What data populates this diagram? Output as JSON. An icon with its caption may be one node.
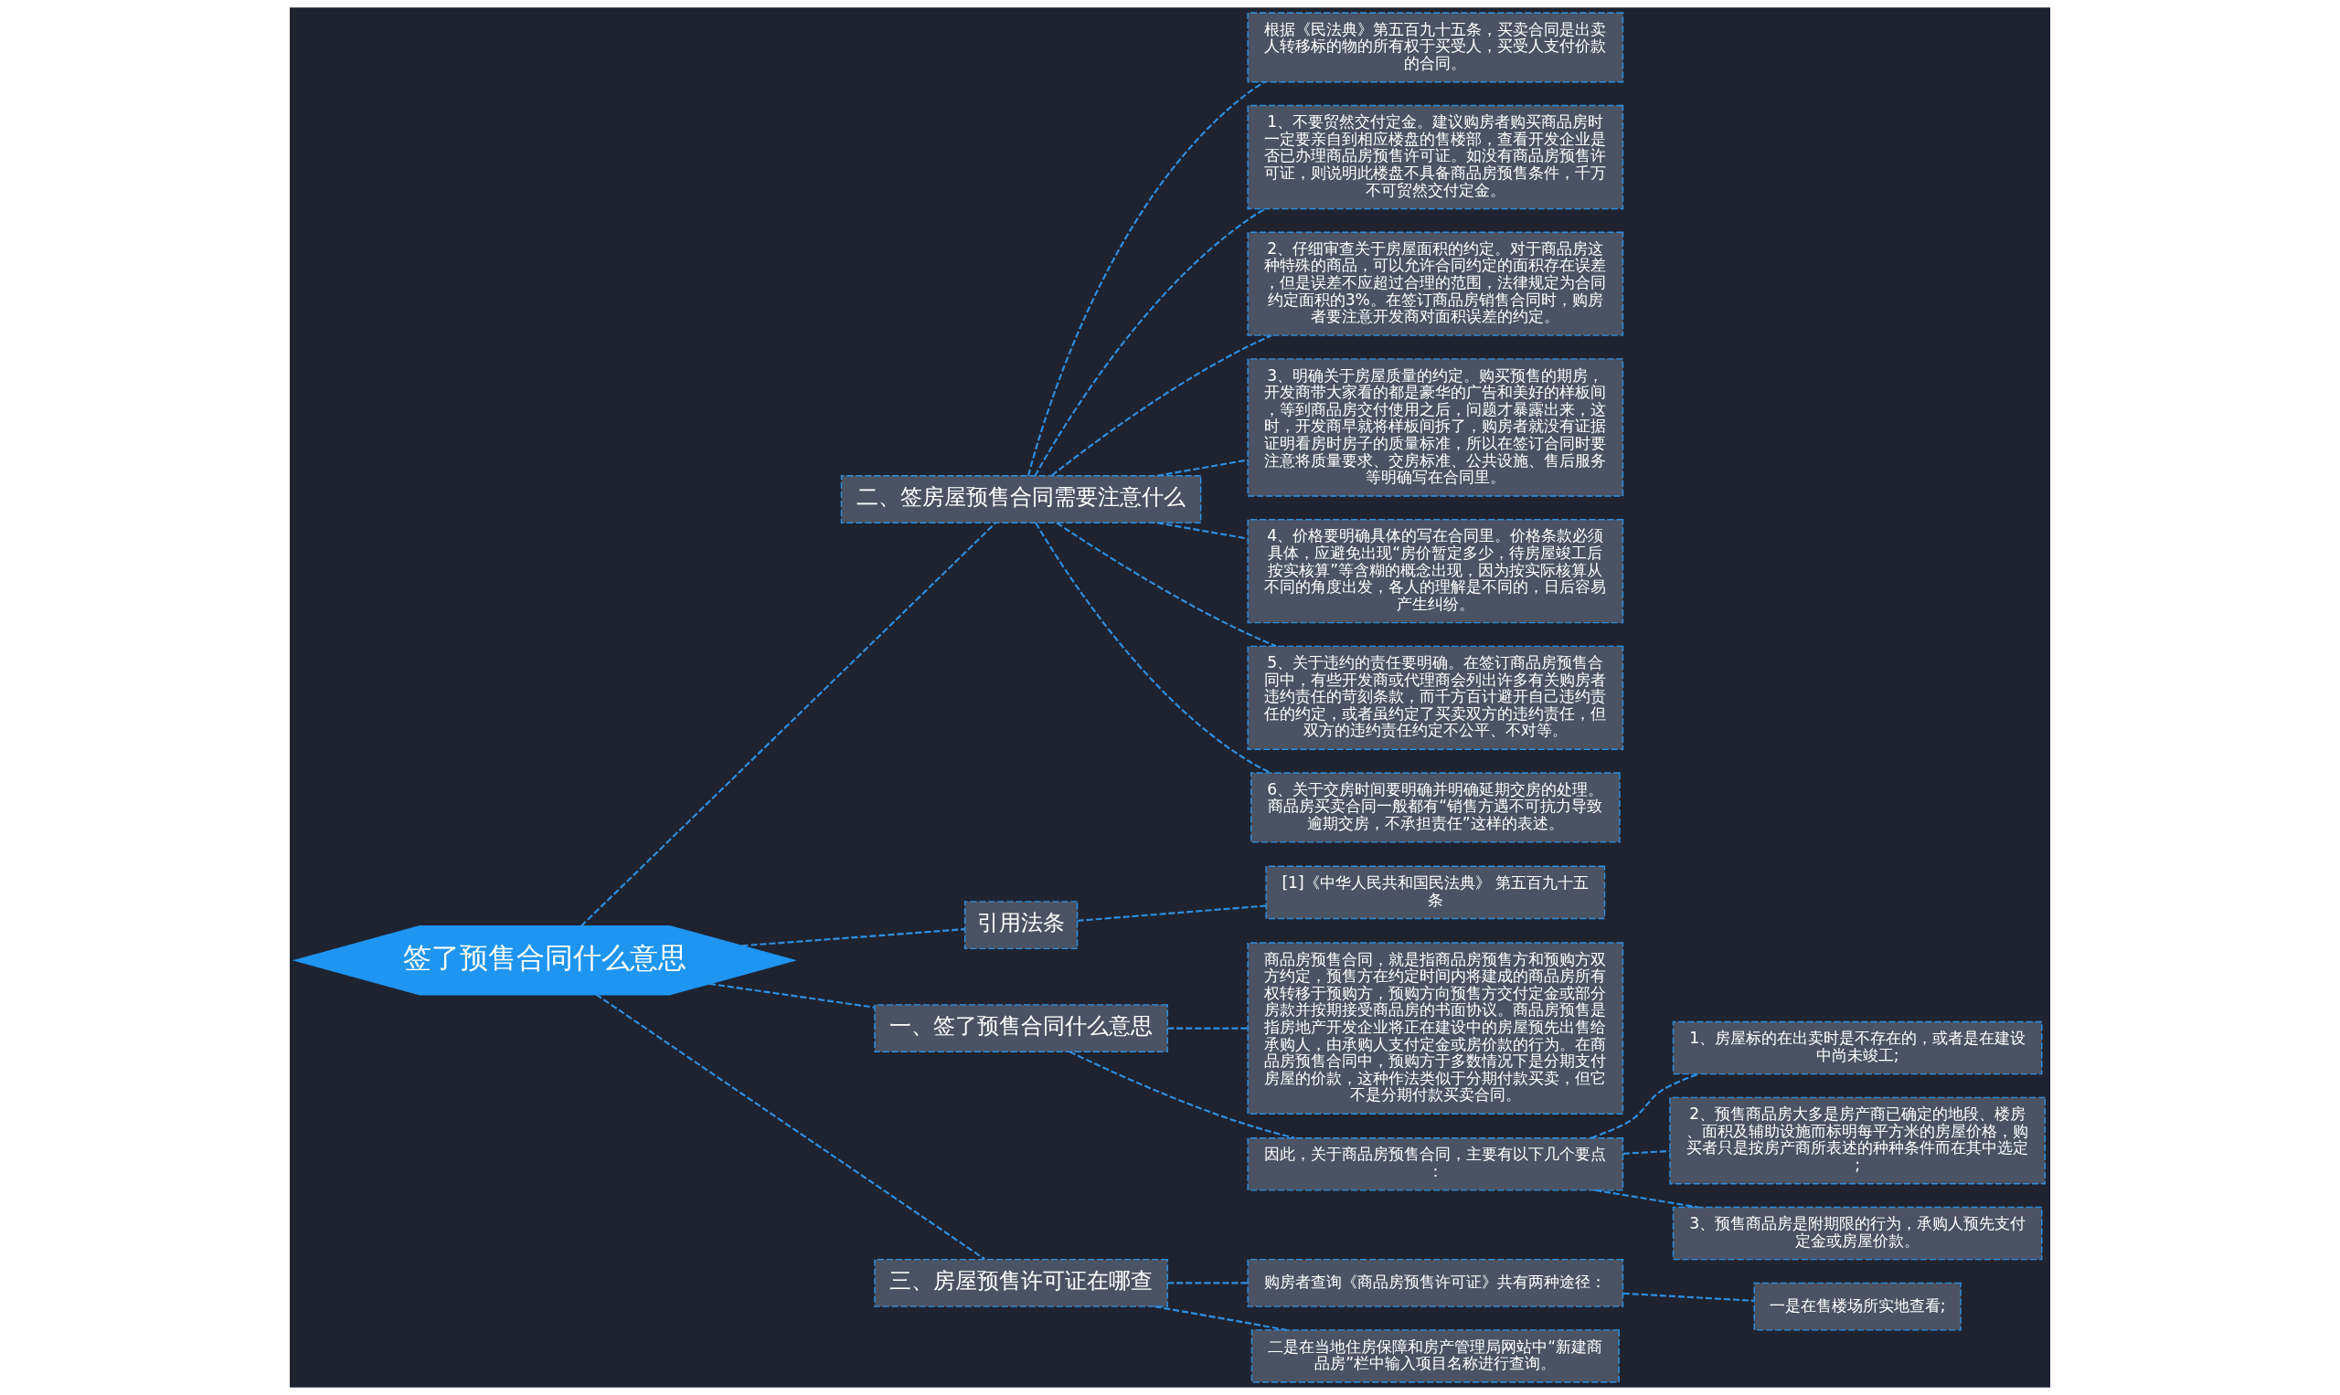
{
  "diagram": {
    "nodes": [
      {
        "text": [
          "签了预售合同什么意思"
        ]
      },
      {
        "text": [
          "二、签房屋预售合同需要注意什么"
        ]
      },
      {
        "text": [
          "根据《民法典》第五百九十五条，买卖合同是出卖人转移标的物的所有权于买受人，买受人支付价款的合同。"
        ]
      },
      {
        "text": [
          "1、不要贸然交付定金。建议购房者购买商品房时一定要亲自到相应楼盘的售楼部，查看开发企业是否已办理商品房预售许可证。如没有商品房预售许可证，则说明此楼盘不具备商品房预售条件，千万不可贸然交付定金。"
        ]
      },
      {
        "text": [
          "2、仔细审查关于房屋面积的约定。对于商品房这种特殊的商品，可以允许合同约定的面积存在误差，但是误差不应超过合理的范围，法律规定为合同约定面积的3%。在签订商品房销售合同时，购房者要注意开发商对面积误差的约定。"
        ]
      },
      {
        "text": [
          "3、明确关于房屋质量的约定。购买预售的期房，开发商带大家看的都是豪华的广告和美好的样板间，等到商品房交付使用之后，问题才暴露出来，这时，开发商早就将样板间拆了，购房者就没有证据证明看房时房子的质量标准，所以在签订合同时要注意将质量要求、交房标准、公共设施、售后服务等明确写在合同里。"
        ]
      },
      {
        "text": [
          "4、价格要明确具体的写在合同里。价格条款必须具体，应避免出现“房价暂定多少，待房屋竣工后按实核算”等含糊的概念出现，因为按实际核算从不同的角度出发，各人的理解是不同的，日后容易产生纠纷。"
        ]
      },
      {
        "text": [
          "5、关于违约的责任要明确。在签订商品房预售合同中，有些开发商或代理商会列出许多有关购房者违约责任的苛刻条款，而千方百计避开自己违约责任的约定，或者虽约定了买卖双方的违约责任，但双方的违约责任约定不公平、不对等。"
        ]
      },
      {
        "text": [
          "6、关于交房时间要明确并明确延期交房的处理。商品房买卖合同一般都有“销售方遇不可抗力导致逾期交房，不承担责任”这样的表述。"
        ]
      },
      {
        "text": [
          "引用法条"
        ]
      },
      {
        "text": [
          "[1]《中华人民共和国民法典》 第五百九十五条"
        ]
      },
      {
        "text": [
          "一、签了预售合同什么意思"
        ]
      },
      {
        "text": [
          "商品房预售合同，就是指商品房预售方和预购方双方约定，预售方在约定时间内将建成的商品房所有权转移于预购方，预购方向预售方交付定金或部分房款并按期接受商品房的书面协议。商品房预售是指房地产开发企业将正在建设中的房屋预先出售给承购人，由承购人支付定金或房价款的行为。在商品房预售合同中，预购方于多数情况下是分期支付房屋的价款，这种作法类似于分期付款买卖，但它不是分期付款买卖合同。"
        ]
      },
      {
        "text": [
          "因此，关于商品房预售合同，主要有以下几个要点："
        ]
      },
      {
        "text": [
          "1、房屋标的在出卖时是不存在的，或者是在建设中尚未竣工;"
        ]
      },
      {
        "text": [
          "2、预售商品房大多是房产商已确定的地段、楼房、面积及辅助设施而标明每平方米的房屋价格，购买者只是按房产商所表述的种种条件而在其中选定;"
        ]
      },
      {
        "text": [
          "3、预售商品房是附期限的行为，承购人预先支付定金或房屋价款。"
        ]
      },
      {
        "text": [
          "三、房屋预售许可证在哪查"
        ]
      },
      {
        "text": [
          "购房者查询《商品房预售许可证》共有两种途径："
        ]
      },
      {
        "text": [
          "一是在售楼场所实地查看;"
        ]
      },
      {
        "text": [
          "二是在当地住房保障和房产管理局网站中“新建商品房”栏中输入项目名称进行查询。"
        ]
      }
    ],
    "edges": [
      {
        "from": 0,
        "to": 1,
        "arrow": "none",
        "style": "dashed"
      },
      {
        "from": 1,
        "to": 2,
        "arrow": "none",
        "style": "dashed"
      },
      {
        "from": 1,
        "to": 3,
        "arrow": "none",
        "style": "dashed"
      },
      {
        "from": 1,
        "to": 4,
        "arrow": "none",
        "style": "dashed"
      },
      {
        "from": 1,
        "to": 5,
        "arrow": "none",
        "style": "dashed"
      },
      {
        "from": 1,
        "to": 6,
        "arrow": "none",
        "style": "dashed"
      },
      {
        "from": 1,
        "to": 7,
        "arrow": "none",
        "style": "dashed"
      },
      {
        "from": 1,
        "to": 8,
        "arrow": "none",
        "style": "dashed"
      },
      {
        "from": 0,
        "to": 9,
        "arrow": "none",
        "style": "dashed"
      },
      {
        "from": 9,
        "to": 10,
        "arrow": "none",
        "style": "dashed"
      },
      {
        "from": 0,
        "to": 11,
        "arrow": "none",
        "style": "dashed"
      },
      {
        "from": 11,
        "to": 12,
        "arrow": "none",
        "style": "dashed"
      },
      {
        "from": 11,
        "to": 13,
        "arrow": "none",
        "style": "dashed"
      },
      {
        "from": 13,
        "to": 14,
        "arrow": "none",
        "style": "dashed"
      },
      {
        "from": 13,
        "to": 15,
        "arrow": "none",
        "style": "dashed"
      },
      {
        "from": 13,
        "to": 16,
        "arrow": "none",
        "style": "dashed"
      },
      {
        "from": 0,
        "to": 17,
        "arrow": "none",
        "style": "dashed"
      },
      {
        "from": 17,
        "to": 18,
        "arrow": "none",
        "style": "dashed"
      },
      {
        "from": 18,
        "to": 19,
        "arrow": "none",
        "style": "dashed"
      },
      {
        "from": 17,
        "to": 20,
        "arrow": "none",
        "style": "dashed"
      }
    ]
  }
}
